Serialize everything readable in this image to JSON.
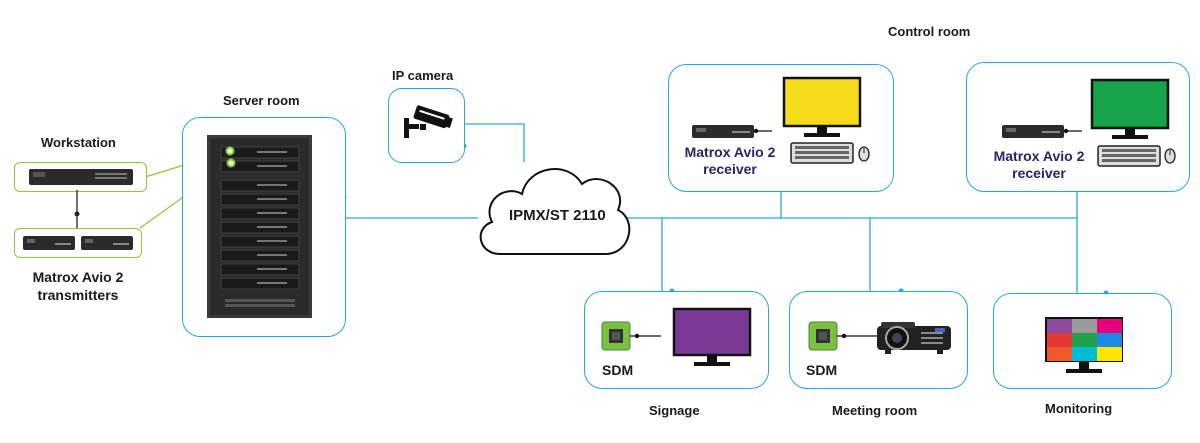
{
  "labels": {
    "workstation": "Workstation",
    "transmitters": "Matrox Avio 2\ntransmitters",
    "server_room": "Server room",
    "ip_camera": "IP camera",
    "network": "IPMX/ST 2110",
    "control_room": "Control room",
    "receiver_1": "Matrox Avio 2\nreceiver",
    "receiver_2": "Matrox Avio 2\nreceiver",
    "sdm_1": "SDM",
    "sdm_2": "SDM",
    "signage": "Signage",
    "meeting_room": "Meeting room",
    "monitoring": "Monitoring"
  },
  "colors": {
    "line_blue": "#2aa7e0",
    "green_accent": "#8dc63f",
    "monitor_yellow": "#f4dc1a",
    "monitor_green": "#16a34a",
    "monitor_purple": "#7b3a96",
    "color_bars": [
      "#8e4a9e",
      "#9a9a9a",
      "#e6007e",
      "#e53935",
      "#1ea34a",
      "#1e88e5",
      "#f05a28",
      "#00bcd4",
      "#ffe600"
    ]
  },
  "icons": [
    "workstation-icon",
    "transmitter-icon",
    "rack-icon",
    "camera-icon",
    "cloud-icon",
    "receiver-icon",
    "monitor-icon",
    "keyboard-icon",
    "mouse-icon",
    "sdm-chip-icon",
    "projector-icon",
    "color-bars-icon"
  ]
}
